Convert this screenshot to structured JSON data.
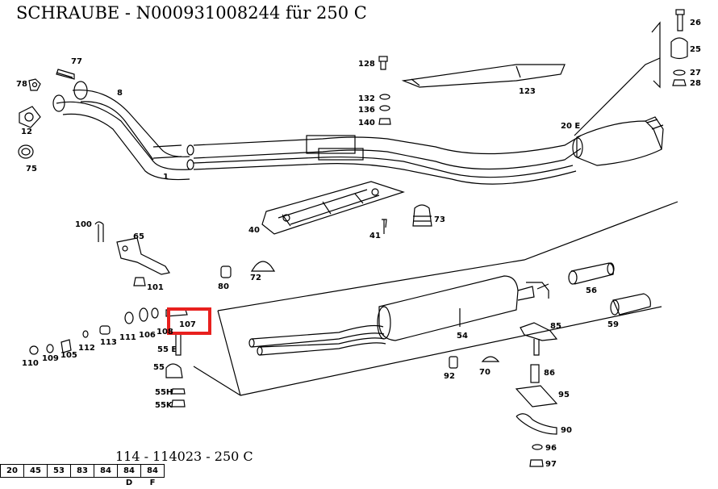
{
  "title": "SCHRAUBE  - N000931008244 für 250 C",
  "caption": "114 - 114023 - 250 C",
  "highlight_color": "#e8201e",
  "highlight_label": "107",
  "labels": {
    "l26": "26",
    "l25": "25",
    "l27": "27",
    "l28": "28",
    "l77": "77",
    "l78": "78",
    "l8": "8",
    "l12": "12",
    "l75": "75",
    "l1": "1",
    "l128": "128",
    "l132": "132",
    "l136": "136",
    "l140": "140",
    "l123": "123",
    "l20e": "20 E",
    "l40": "40",
    "l41": "41",
    "l73": "73",
    "l100": "100",
    "l65": "65",
    "l101": "101",
    "l80": "80",
    "l72": "72",
    "l56": "56",
    "l59": "59",
    "l54": "54",
    "l85": "85",
    "l92": "92",
    "l70": "70",
    "l86": "86",
    "l95": "95",
    "l90": "90",
    "l96": "96",
    "l97": "97",
    "l111": "111",
    "l106": "106",
    "l108": "108",
    "l113": "113",
    "l112": "112",
    "l110": "110",
    "l109": "109",
    "l105": "105",
    "l55e": "55 E",
    "l55": "55",
    "l55h": "55H",
    "l55k": "55K"
  },
  "tabs": [
    "20",
    "45",
    "53",
    "83",
    "84",
    "84 D",
    "84 F"
  ]
}
